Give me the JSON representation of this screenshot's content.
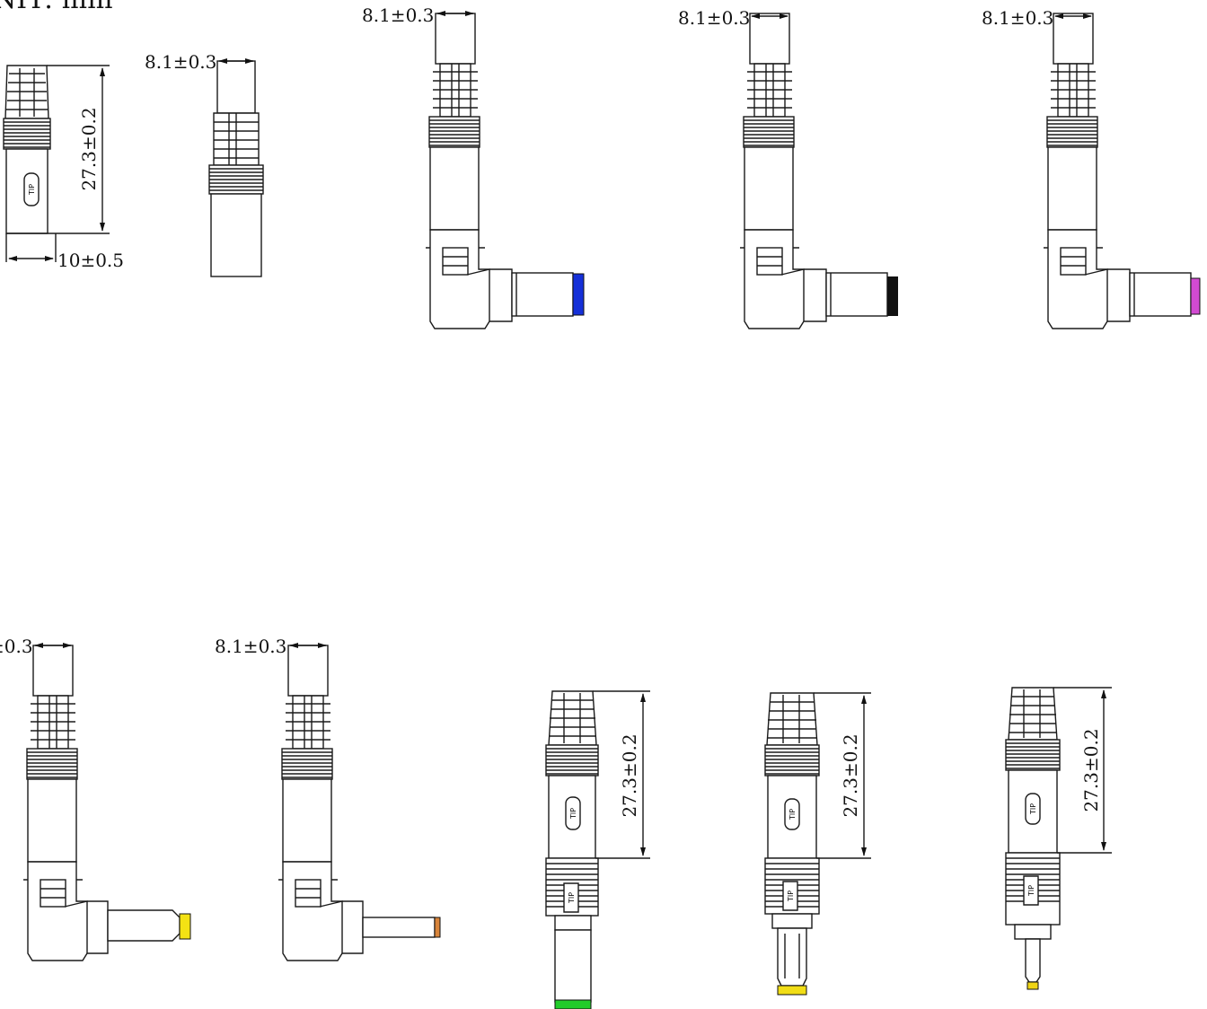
{
  "header": {
    "unit_text": "NIT: mm"
  },
  "dimensions": {
    "boot_width": "8.1±0.3",
    "boot_width_clipped": "±0.3",
    "body_length": "27.3±0.2",
    "body_width": "10±0.5"
  },
  "marking": {
    "tip": "TIP"
  },
  "tip_colors": {
    "blue": "#1530d8",
    "black": "#111111",
    "magenta": "#d24ad2",
    "yellow": "#f4e214",
    "orange": "#d8843a",
    "green": "#22cc2a",
    "yellow_small": "#f1dd16",
    "yellow_tiny": "#efd516"
  }
}
